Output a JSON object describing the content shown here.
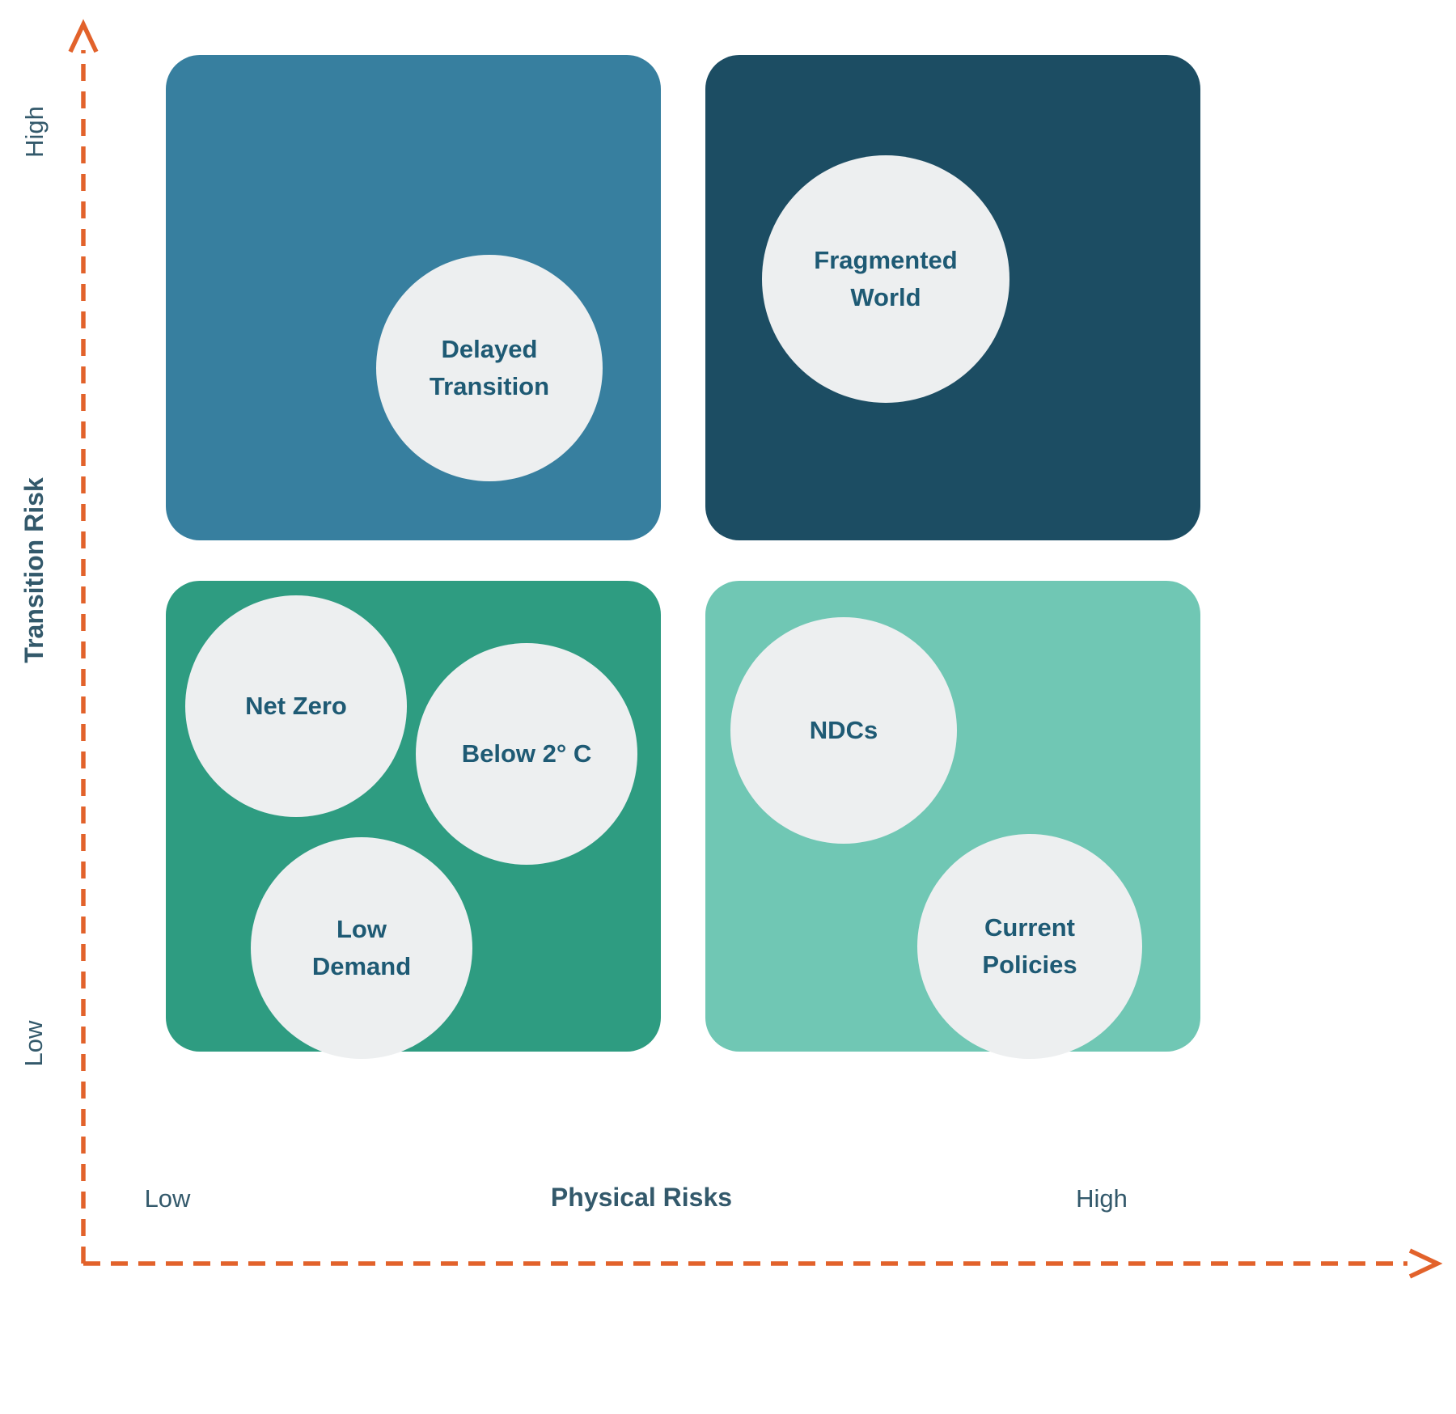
{
  "axes": {
    "color": "#E2622B",
    "label_color": "#33596B",
    "y": {
      "label": "Transition Risk",
      "high": "High",
      "low": "Low"
    },
    "x": {
      "label": "Physical Risks",
      "low": "Low",
      "high": "High"
    }
  },
  "quadrants": {
    "top_left": {
      "color": "#377F9F"
    },
    "top_right": {
      "color": "#1C4D63"
    },
    "bottom_left": {
      "color": "#2E9C81"
    },
    "bottom_right": {
      "color": "#70C7B4"
    }
  },
  "circles": {
    "fill": "#EDEFF0",
    "text_color": "#1E5A74",
    "items": [
      {
        "label": "Delayed\nTransition"
      },
      {
        "label": "Fragmented\nWorld"
      },
      {
        "label": "Net Zero"
      },
      {
        "label": "Below 2° C"
      },
      {
        "label": "Low\nDemand"
      },
      {
        "label": "NDCs"
      },
      {
        "label": "Current\nPolicies"
      }
    ]
  }
}
